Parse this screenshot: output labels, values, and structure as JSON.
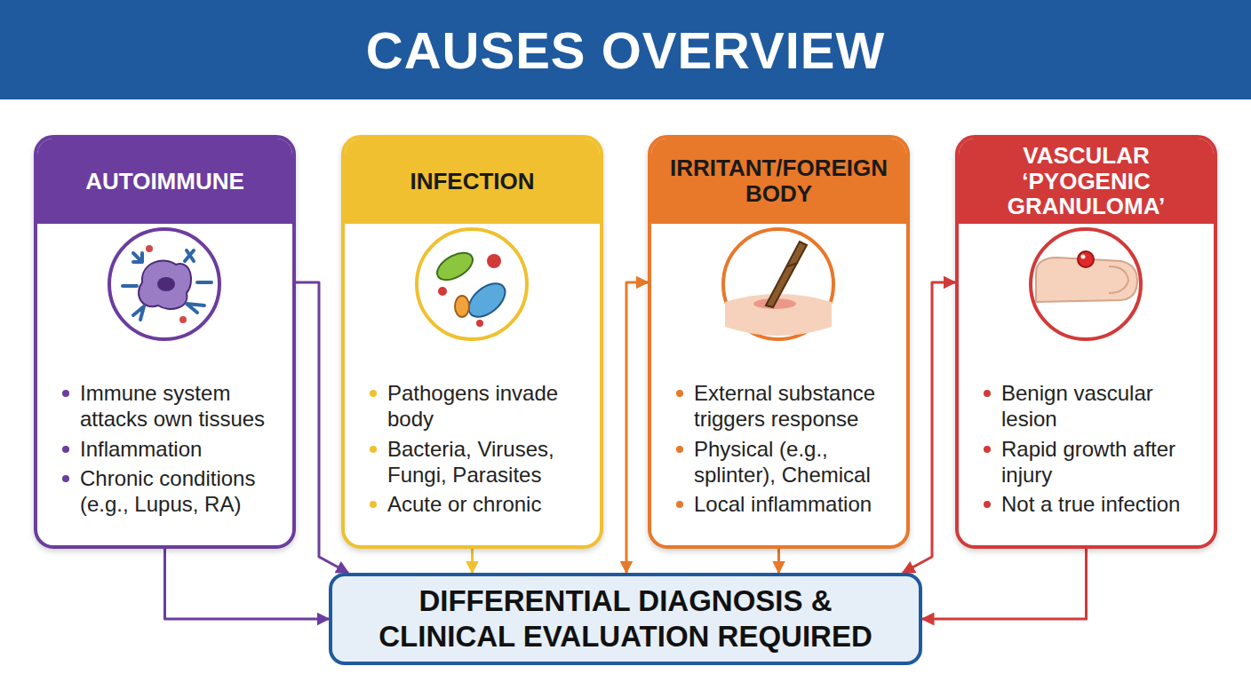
{
  "diagram": {
    "title": "CAUSES OVERVIEW",
    "nodes": [
      {
        "text": [
          "AUTOIMMUNE",
          "Immune system attacks own tissues",
          "Inflammation",
          "Chronic conditions (e.g., Lupus, RA)"
        ]
      },
      {
        "text": [
          "INFECTION",
          "Pathogens invade body",
          "Bacteria, Viruses, Fungi, Parasites",
          "Acute or chronic"
        ]
      },
      {
        "text": [
          "IRRITANT/FOREIGN BODY",
          "External substance triggers response",
          "Physical (e.g., splinter), Chemical",
          "Local inflammation"
        ]
      },
      {
        "text": [
          "VASCULAR ‘PYOGENIC GRANULOMA’",
          "Benign vascular lesion",
          "Rapid growth after injury",
          "Not a true infection"
        ]
      },
      {
        "text": [
          "DIFFERENTIAL DIAGNOSIS & CLINICAL EVALUATION REQUIRED"
        ]
      }
    ],
    "edges": [
      {
        "from": 0,
        "to": 4,
        "arrow": "to"
      },
      {
        "from": 0,
        "to": 4,
        "arrow": "to"
      },
      {
        "from": 1,
        "to": 4,
        "arrow": "to"
      },
      {
        "from": 2,
        "to": 4,
        "arrow": "both"
      },
      {
        "from": 2,
        "to": 4,
        "arrow": "to"
      },
      {
        "from": 3,
        "to": 4,
        "arrow": "both"
      },
      {
        "from": 3,
        "to": 4,
        "arrow": "to"
      }
    ]
  }
}
